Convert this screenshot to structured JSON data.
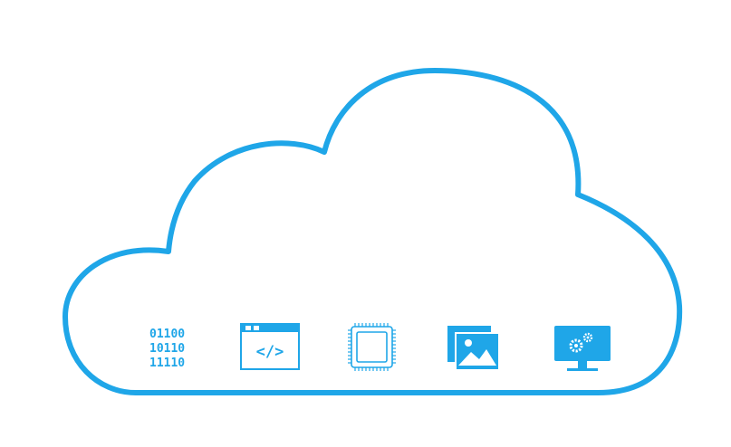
{
  "colors": {
    "accent": "#1fa6e8",
    "background": "#ffffff"
  },
  "icons": [
    {
      "name": "binary-data-icon",
      "lines": [
        "01100",
        "10110",
        "11110"
      ]
    },
    {
      "name": "code-window-icon",
      "glyph": "</>"
    },
    {
      "name": "processor-chip-icon"
    },
    {
      "name": "image-gallery-icon"
    },
    {
      "name": "monitor-settings-icon"
    }
  ]
}
